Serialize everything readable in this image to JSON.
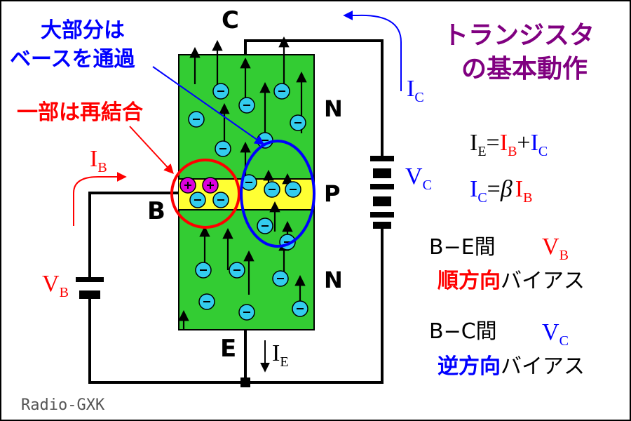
{
  "title": {
    "line1": "トランジスタ",
    "line2": "の基本動作",
    "color": "#800080"
  },
  "annotations": {
    "majority": {
      "line1": "大部分は",
      "line2": "ベースを通過",
      "color": "#0000ff"
    },
    "recombine": {
      "text": "一部は再結合",
      "color": "#ff0000"
    }
  },
  "terminals": {
    "collector": "C",
    "base": "B",
    "emitter": "E"
  },
  "regions": {
    "top": "N",
    "middle": "P",
    "bottom": "N"
  },
  "currents": {
    "ic": {
      "symbol": "I",
      "sub": "C"
    },
    "ib": {
      "symbol": "I",
      "sub": "B"
    },
    "ie": {
      "symbol": "I",
      "sub": "E"
    }
  },
  "sources": {
    "vc": {
      "symbol": "V",
      "sub": "C"
    },
    "vb": {
      "symbol": "V",
      "sub": "B"
    }
  },
  "equations": {
    "eq1": {
      "ie": "I",
      "ie_sub": "E",
      "eq": "=",
      "ib": "I",
      "ib_sub": "B",
      "plus": "+",
      "ic": "I",
      "ic_sub": "C"
    },
    "eq2": {
      "ic": "I",
      "ic_sub": "C",
      "eq": "=",
      "beta": "β",
      "ib": "I",
      "ib_sub": "B"
    }
  },
  "bias": {
    "be": {
      "label": "B−E間",
      "v": "V",
      "v_sub": "B",
      "dir": "順方向",
      "rest": "バイアス"
    },
    "bc": {
      "label": "B−C間",
      "v": "V",
      "v_sub": "C",
      "dir": "逆方向",
      "rest": "バイアス"
    }
  },
  "watermark": "Radio-GXK",
  "colors": {
    "n_region": "#33cc33",
    "p_region": "#ffff33",
    "electron": "#33ccee",
    "hole": "#dd00dd",
    "red": "#ff0000",
    "blue": "#0000ff",
    "black": "#000000"
  }
}
